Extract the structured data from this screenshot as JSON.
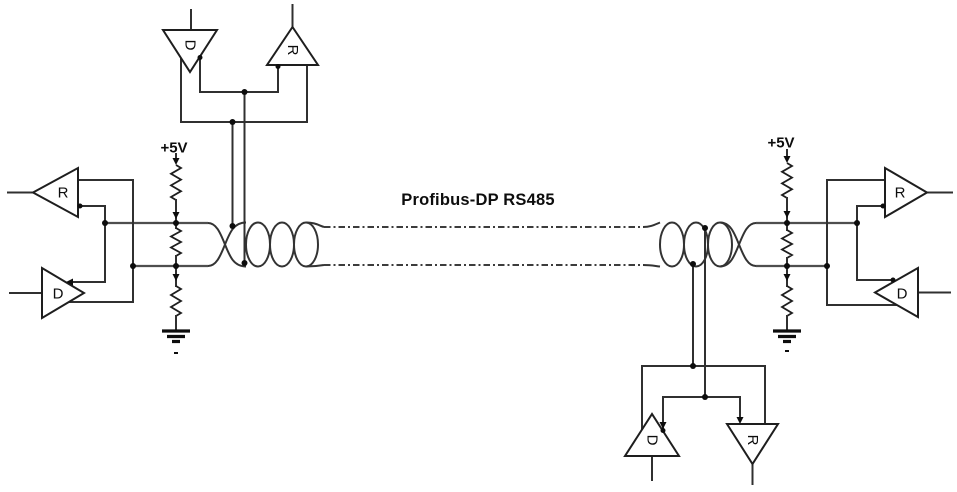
{
  "bus": {
    "label": "Profibus-DP RS485"
  },
  "stations": {
    "left": {
      "receiver": "R",
      "driver": "D"
    },
    "top": {
      "driver": "D",
      "receiver": "R"
    },
    "bottom": {
      "driver": "D",
      "receiver": "R"
    },
    "right": {
      "receiver": "R",
      "driver": "D"
    }
  },
  "terminators": {
    "left": {
      "supply": "+5V"
    },
    "right": {
      "supply": "+5V"
    }
  },
  "colors": {
    "line": "#303030",
    "bus_wire": "#4e4e4e",
    "text": "#0d0d0d",
    "background": "#ffffff"
  }
}
